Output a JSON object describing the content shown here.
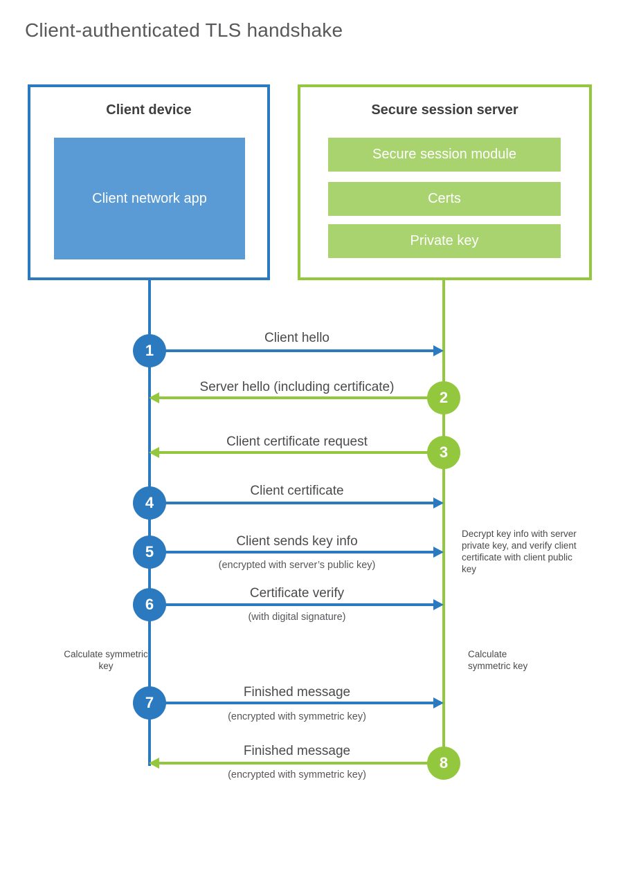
{
  "title": "Client-authenticated TLS handshake",
  "colors": {
    "blue": "#2b7abf",
    "blue_light": "#5b9bd5",
    "green": "#93c83e",
    "green_light": "#a9d36e",
    "title_text": "#57585a",
    "heading_text": "#3e3e40",
    "label_text": "#4a4a4c"
  },
  "client_box": {
    "title": "Client device",
    "app_label": "Client network app"
  },
  "server_box": {
    "title": "Secure session server",
    "modules": [
      "Secure session module",
      "Certs",
      "Private key"
    ]
  },
  "steps": [
    {
      "num": "1",
      "direction": "client-to-server",
      "label": "Client hello",
      "sublabel": ""
    },
    {
      "num": "2",
      "direction": "server-to-client",
      "label": "Server hello (including certificate)",
      "sublabel": ""
    },
    {
      "num": "3",
      "direction": "server-to-client",
      "label": "Client certificate request",
      "sublabel": ""
    },
    {
      "num": "4",
      "direction": "client-to-server",
      "label": "Client certificate",
      "sublabel": ""
    },
    {
      "num": "5",
      "direction": "client-to-server",
      "label": "Client sends key info",
      "sublabel": "(encrypted with server’s public key)"
    },
    {
      "num": "6",
      "direction": "client-to-server",
      "label": "Certificate verify",
      "sublabel": "(with digital signature)"
    },
    {
      "num": "7",
      "direction": "client-to-server",
      "label": "Finished message",
      "sublabel": "(encrypted with symmetric key)"
    },
    {
      "num": "8",
      "direction": "server-to-client",
      "label": "Finished message",
      "sublabel": "(encrypted with symmetric key)"
    }
  ],
  "annotations": {
    "decrypt_note": "Decrypt key info with server private key, and verify client certificate with client public key",
    "calc_key_left": "Calculate symmetric key",
    "calc_key_right": "Calculate symmetric key"
  }
}
